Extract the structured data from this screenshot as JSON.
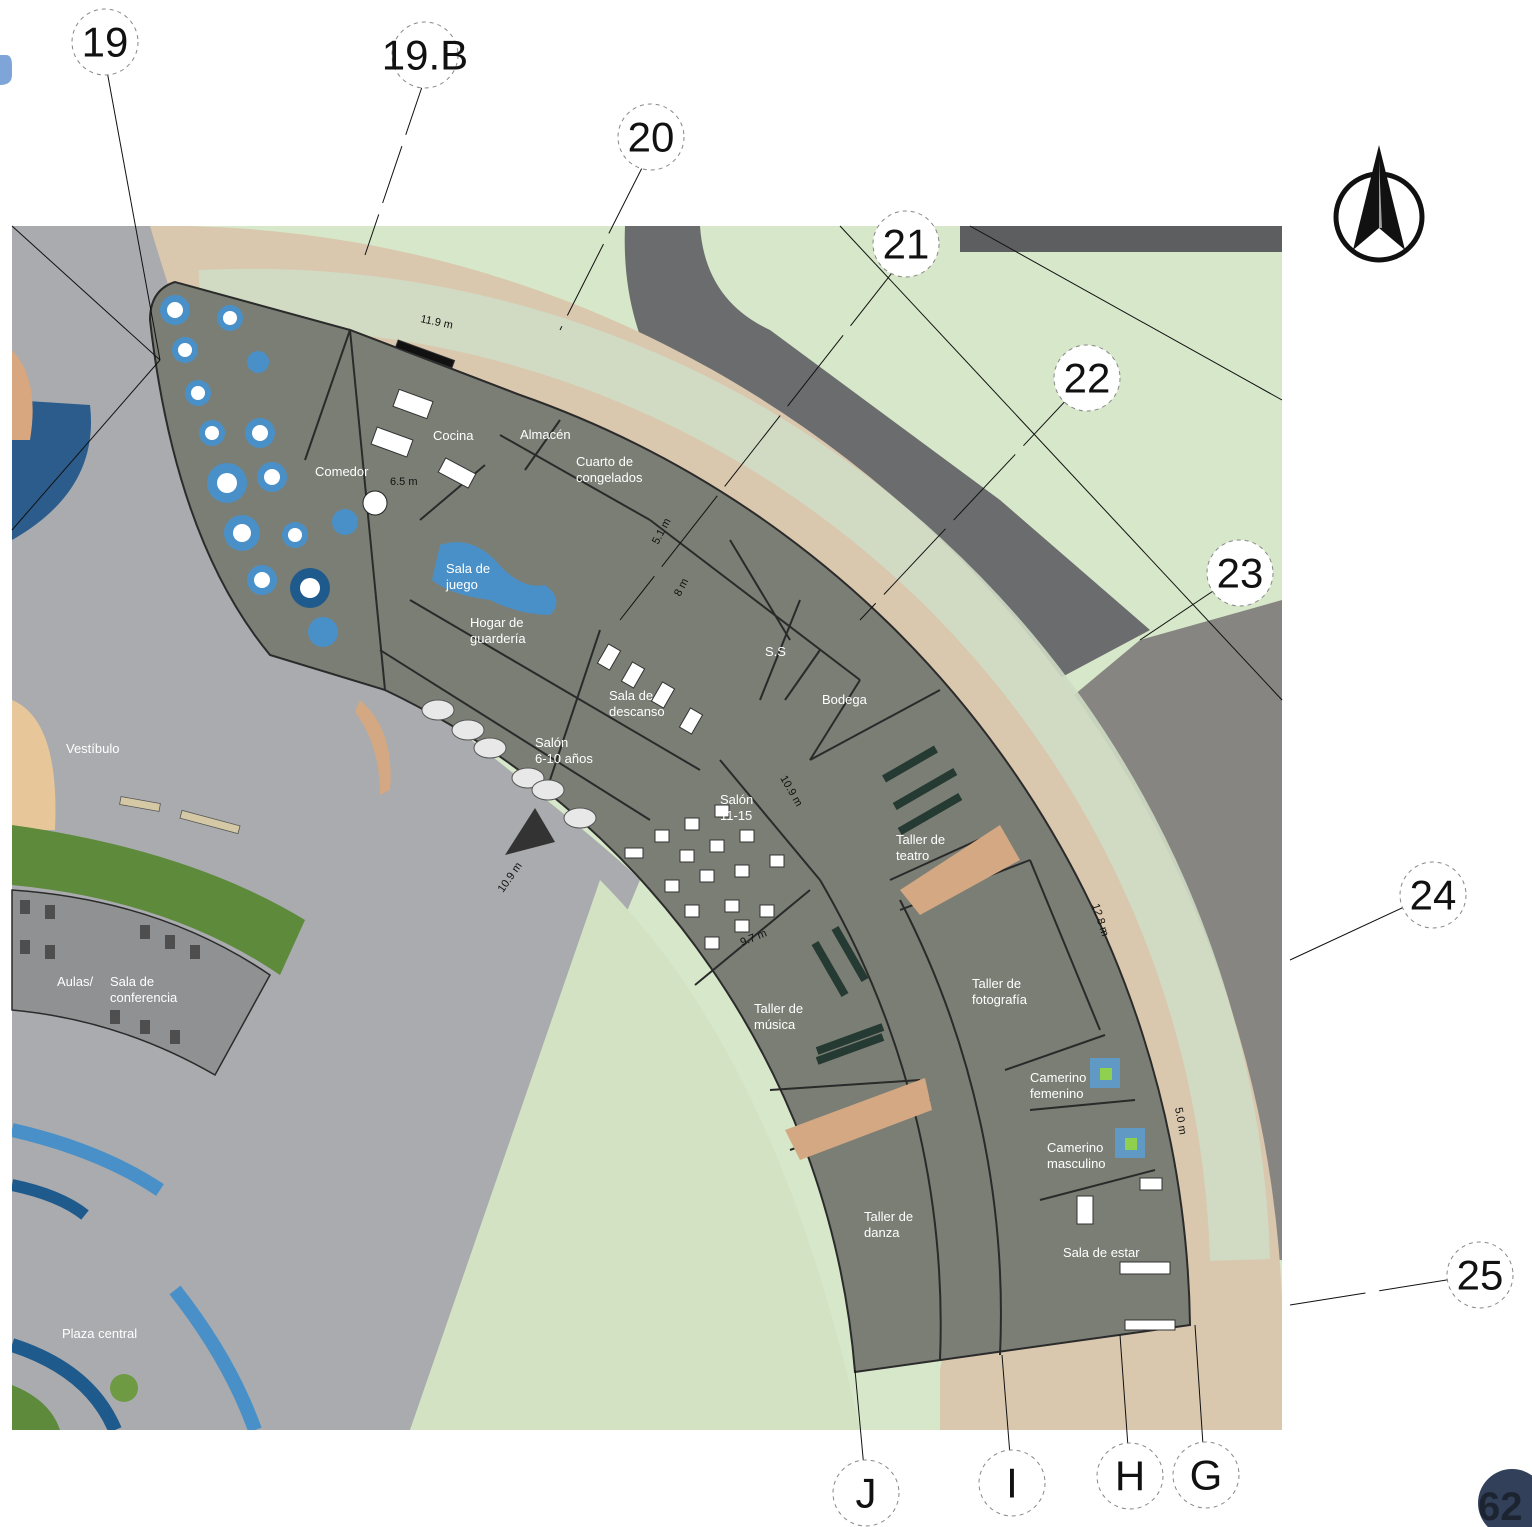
{
  "colors": {
    "floor": "#7b7e75",
    "plaza": "#a9abae",
    "sidewalk": "#d9c7ae",
    "grass": "#d7e7c9",
    "road": "#6a6c6e",
    "parking": "#878581",
    "water": "#4a90c8",
    "deep_blue": "#1f5a8c",
    "green_band": "#5e8a3c",
    "wood": "#d3a882"
  },
  "grid_axes": {
    "numbers": [
      "19",
      "19.B",
      "20",
      "21",
      "22",
      "23",
      "24",
      "25"
    ],
    "letters": [
      "J",
      "I",
      "H",
      "G"
    ]
  },
  "rooms": {
    "comedor": "Comedor",
    "cocina": "Cocina",
    "almacen": "Almacén",
    "cuarto_congelados": [
      "Cuarto de",
      "congelados"
    ],
    "sala_juego": [
      "Sala de",
      "juego"
    ],
    "hogar_guarderia": [
      "Hogar de",
      "guardería"
    ],
    "sala_descanso": [
      "Sala de",
      "descanso"
    ],
    "ss": "S.S",
    "bodega": "Bodega",
    "salon_6_10": [
      "Salón",
      "6-10 años"
    ],
    "salon_11_15": [
      "Salón",
      "11-15"
    ],
    "taller_teatro": [
      "Taller de",
      "teatro"
    ],
    "taller_fotografia": [
      "Taller de",
      "fotografía"
    ],
    "taller_musica": [
      "Taller de",
      "música"
    ],
    "camerino_femenino": [
      "Camerino",
      "femenino"
    ],
    "camerino_masculino": [
      "Camerino",
      "masculino"
    ],
    "taller_danza": [
      "Taller de",
      "danza"
    ],
    "sala_estar": "Sala de estar",
    "vestibulo": "Vestíbulo",
    "aulas": "Aulas/",
    "sala_conferencia": [
      "Sala de",
      "conferencia"
    ],
    "plaza_central": "Plaza central"
  },
  "dimensions": {
    "d_11_9": "11.9 m",
    "d_6_5": "6.5 m",
    "d_5_1": "5.1 m",
    "d_8": "8 m",
    "d_10_9": "10.9 m",
    "d_9_7": "9.7 m",
    "d_12_8": "12.8 m",
    "d_5_0": "5.0 m",
    "d_10_9b": "10.9 m"
  },
  "icons": {
    "north_arrow": "north-arrow-icon"
  },
  "page_number": "62"
}
